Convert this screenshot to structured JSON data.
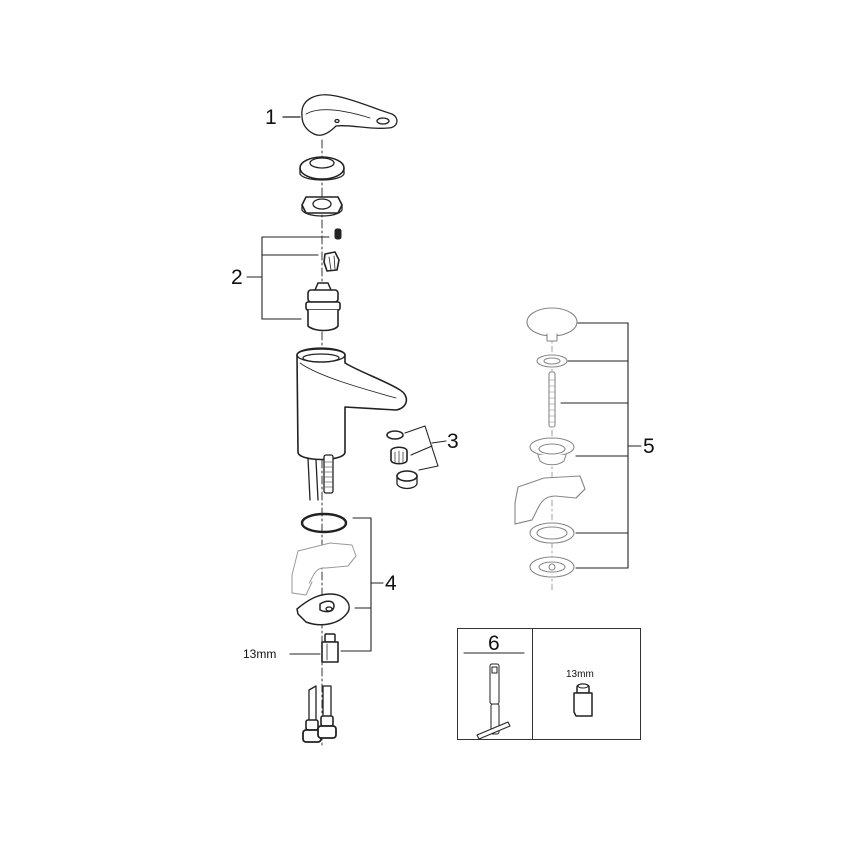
{
  "diagram": {
    "type": "exploded-parts-view",
    "subject": "single-lever basin mixer tap",
    "line_color": "#222222",
    "ghost_color": "#9a9a9a"
  },
  "callouts": [
    {
      "id": "1",
      "label": "1",
      "part": "lever handle"
    },
    {
      "id": "2",
      "label": "2",
      "part": "cartridge set (screw, adapter, cartridge)"
    },
    {
      "id": "3",
      "label": "3",
      "part": "aerator set (washer, insert, housing)"
    },
    {
      "id": "4",
      "label": "4",
      "part": "mounting set (o-ring, horseshoe clamp, threaded stud)"
    },
    {
      "id": "5",
      "label": "5",
      "part": "pop-up waste set (cap, gasket, rod, flange, washer, strainer)"
    },
    {
      "id": "6",
      "label": "6",
      "part": "tools (key, socket)"
    }
  ],
  "dimension_labels": {
    "stud_wrench": "13mm",
    "tool_socket": "13mm"
  }
}
